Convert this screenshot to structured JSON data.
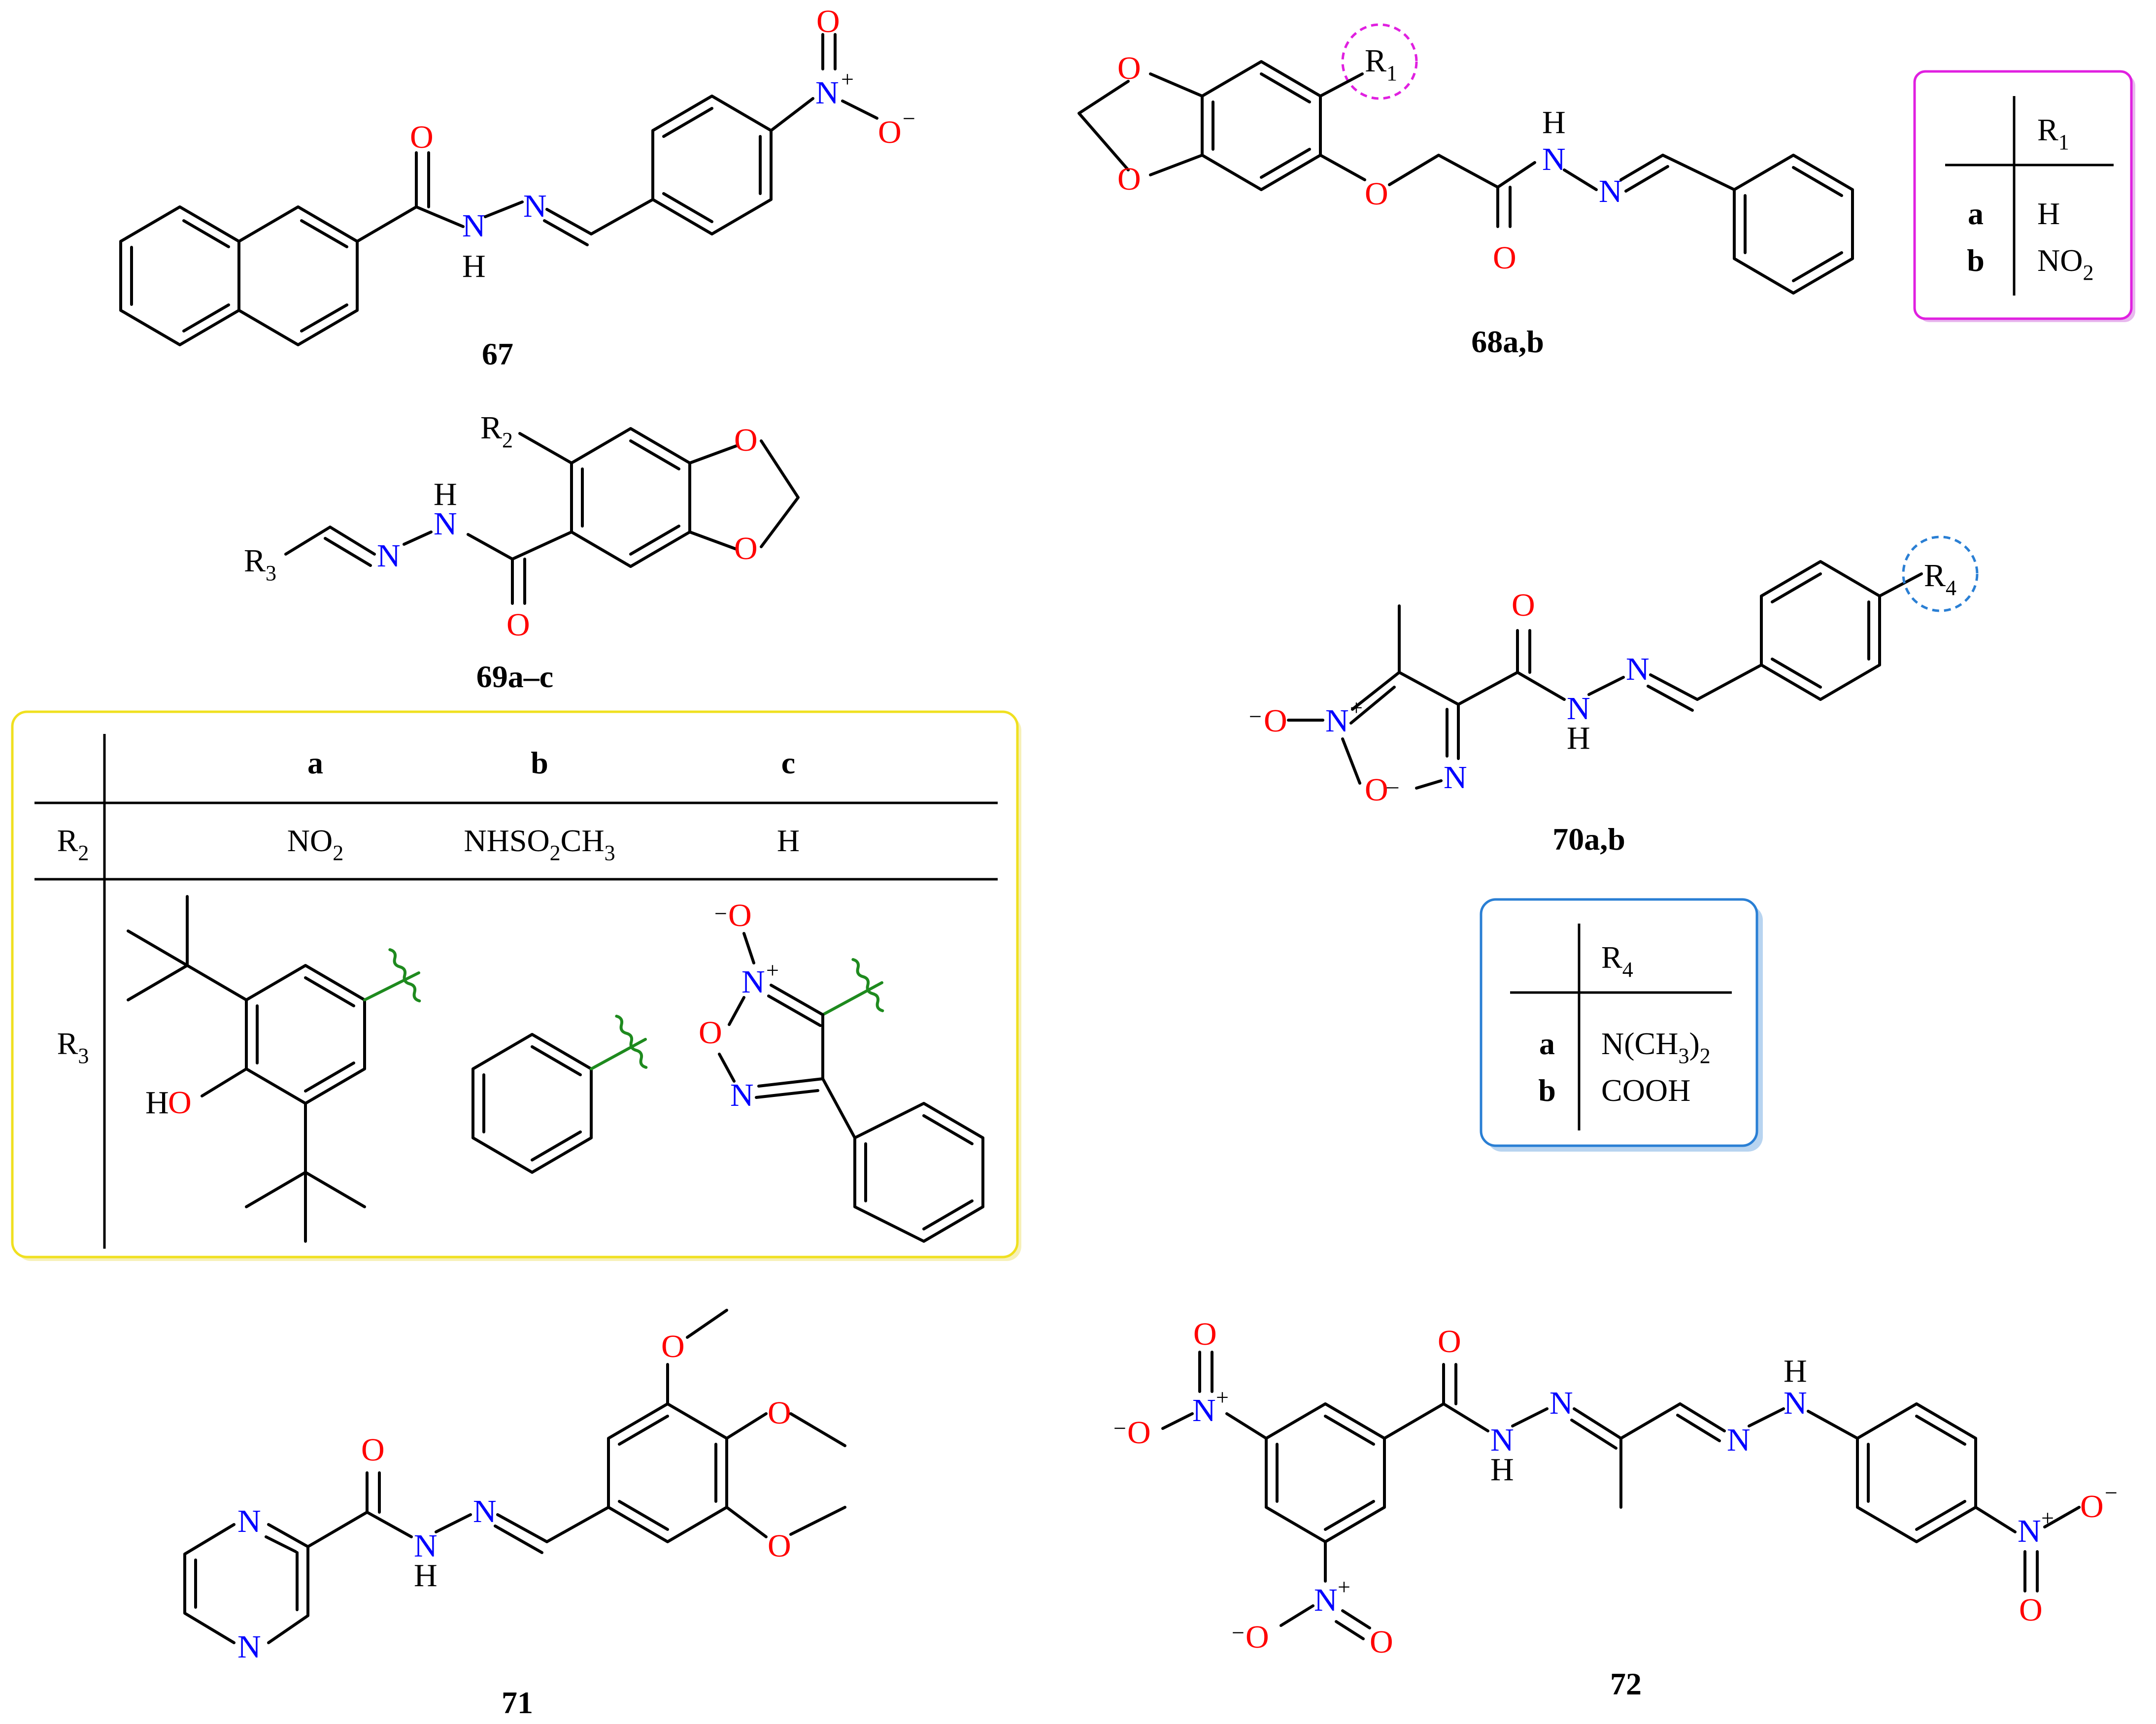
{
  "compounds": {
    "c67": {
      "label": "67"
    },
    "c68": {
      "label": "68a,b"
    },
    "c69": {
      "label": "69a–c"
    },
    "c70": {
      "label": "70a,b"
    },
    "c71": {
      "label": "71"
    },
    "c72": {
      "label": "72"
    }
  },
  "atoms": {
    "O": "O",
    "N": "N",
    "H": "H",
    "HO": "HO",
    "plus": "+",
    "minus": "−",
    "R1": "R1",
    "R2": "R2",
    "R3": "R3",
    "R4": "R4"
  },
  "table_r1": {
    "header": "R1",
    "rows": [
      {
        "key": "a",
        "value": "H"
      },
      {
        "key": "b",
        "value": "NO2"
      }
    ]
  },
  "table_r4": {
    "header": "R4",
    "rows": [
      {
        "key": "a",
        "value": "N(CH3)2"
      },
      {
        "key": "b",
        "value": "COOH"
      }
    ]
  },
  "table_69": {
    "columns": [
      "a",
      "b",
      "c"
    ],
    "row_r2": {
      "label": "R2",
      "values": [
        "NO2",
        "NHSO2CH3",
        "H"
      ]
    },
    "row_r3": {
      "label": "R3"
    }
  },
  "colors": {
    "oxygen": "#ff0000",
    "nitrogen": "#0000ff",
    "attachment_bond": "#1e8a1e",
    "box_r1": "#e020e0",
    "box_r4": "#2a7fd4",
    "box_69": "#f0e020"
  }
}
